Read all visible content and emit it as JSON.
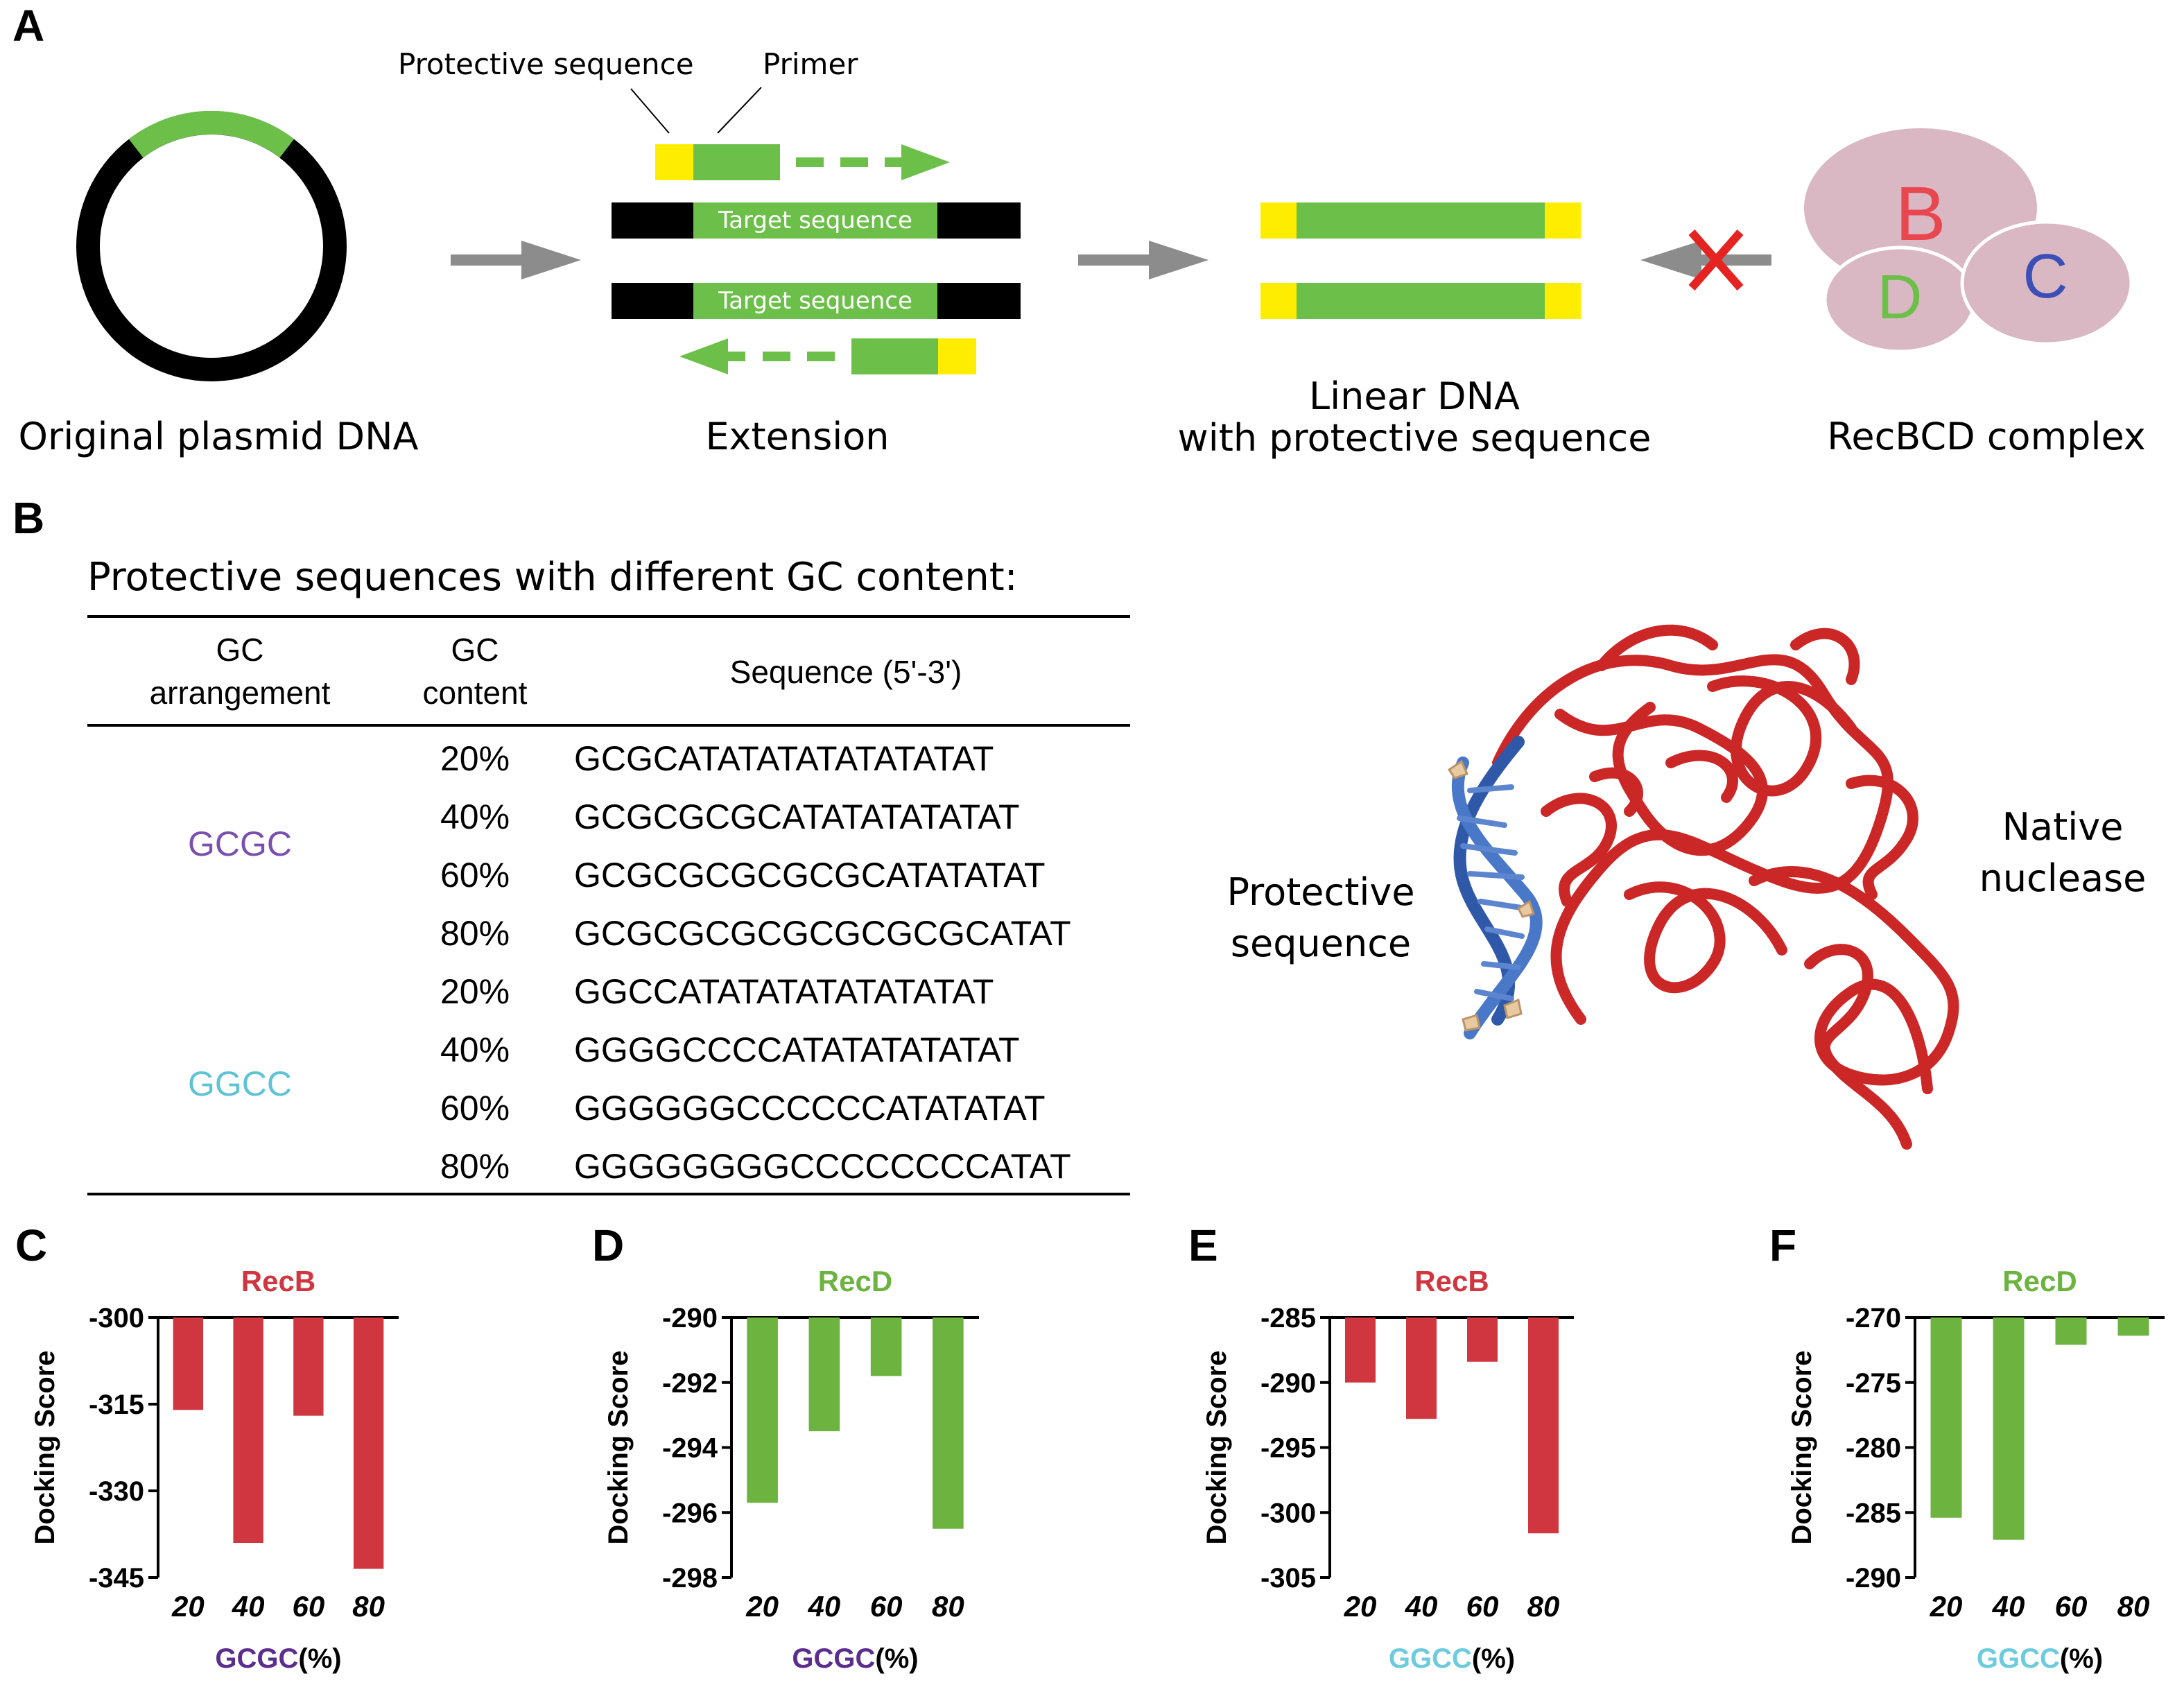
{
  "panel_a": {
    "letter": "A",
    "plasmid_caption": "Original plasmid DNA",
    "extension_caption": "Extension",
    "linear_caption_line1": "Linear DNA",
    "linear_caption_line2": "with protective sequence",
    "recbcd_caption": "RecBCD complex",
    "protective_label": "Protective sequence",
    "primer_label": "Primer",
    "target_label": "Target sequence",
    "subunits": [
      "B",
      "C",
      "D"
    ],
    "colors": {
      "green": "#6cc04a",
      "yellow": "#ffed00",
      "black": "#000000",
      "arrow_gray": "#8c8c8c",
      "cross_red": "#e52421",
      "ellipse": "#d9b8c4"
    }
  },
  "panel_b": {
    "letter": "B",
    "table_title": "Protective sequences with different GC content:",
    "headers": {
      "arrangement_l1": "GC",
      "arrangement_l2": "arrangement",
      "content_l1": "GC",
      "content_l2": "content",
      "sequence": "Sequence (5'-3')"
    },
    "groups": [
      {
        "name": "GCGC",
        "color": "#7a4fb0",
        "rows": [
          {
            "content": "20%",
            "sequence": "GCGCATATATATATATATAT"
          },
          {
            "content": "40%",
            "sequence": "GCGCGCGCATATATATATAT"
          },
          {
            "content": "60%",
            "sequence": "GCGCGCGCGCGCATATATAT"
          },
          {
            "content": "80%",
            "sequence": "GCGCGCGCGCGCGCGCATAT"
          }
        ]
      },
      {
        "name": "GGCC",
        "color": "#5fc3d6",
        "rows": [
          {
            "content": "20%",
            "sequence": "GGCCATATATATATATATAT"
          },
          {
            "content": "40%",
            "sequence": "GGGGCCCCATATATATATAT"
          },
          {
            "content": "60%",
            "sequence": "GGGGGGCCCCCCATATATAT"
          },
          {
            "content": "80%",
            "sequence": "GGGGGGGGCCCCCCCCATAT"
          }
        ]
      }
    ],
    "structure_label_left_l1": "Protective",
    "structure_label_left_l2": "sequence",
    "structure_label_right_l1": "Native",
    "structure_label_right_l2": "nuclease"
  },
  "chart_data": [
    {
      "panel": "C",
      "type": "bar",
      "title": "RecB",
      "color": "#d0363f",
      "categories": [
        "20",
        "40",
        "60",
        "80"
      ],
      "values": [
        -316,
        -339,
        -317,
        -343.5
      ],
      "ylim": [
        -345,
        -300
      ],
      "yticks": [
        -300,
        -315,
        -330,
        -345
      ],
      "ylabel": "Docking Score",
      "xlabel_group": "GCGC",
      "xlabel_unit": "(%)",
      "xlabel_group_color": "#5b2d8e"
    },
    {
      "panel": "D",
      "type": "bar",
      "title": "RecD",
      "color": "#6cb33f",
      "categories": [
        "20",
        "40",
        "60",
        "80"
      ],
      "values": [
        -295.7,
        -293.5,
        -291.8,
        -296.5
      ],
      "ylim": [
        -298,
        -290
      ],
      "yticks": [
        -290,
        -292,
        -294,
        -296,
        -298
      ],
      "ylabel": "Docking Score",
      "xlabel_group": "GCGC",
      "xlabel_unit": "(%)",
      "xlabel_group_color": "#5b2d8e"
    },
    {
      "panel": "E",
      "type": "bar",
      "title": "RecB",
      "color": "#d0363f",
      "categories": [
        "20",
        "40",
        "60",
        "80"
      ],
      "values": [
        -290,
        -292.8,
        -288.4,
        -301.6
      ],
      "ylim": [
        -305,
        -285
      ],
      "yticks": [
        -285,
        -290,
        -295,
        -300,
        -305
      ],
      "ylabel": "Docking Score",
      "xlabel_group": "GGCC",
      "xlabel_unit": "(%)",
      "xlabel_group_color": "#6ccbdc"
    },
    {
      "panel": "F",
      "type": "bar",
      "title": "RecD",
      "color": "#6cb33f",
      "categories": [
        "20",
        "40",
        "60",
        "80"
      ],
      "values": [
        -285.4,
        -287.1,
        -272.1,
        -271.4
      ],
      "ylim": [
        -290,
        -270
      ],
      "yticks": [
        -270,
        -275,
        -280,
        -285,
        -290
      ],
      "ylabel": "Docking Score",
      "xlabel_group": "GGCC",
      "xlabel_unit": "(%)",
      "xlabel_group_color": "#6ccbdc"
    }
  ]
}
